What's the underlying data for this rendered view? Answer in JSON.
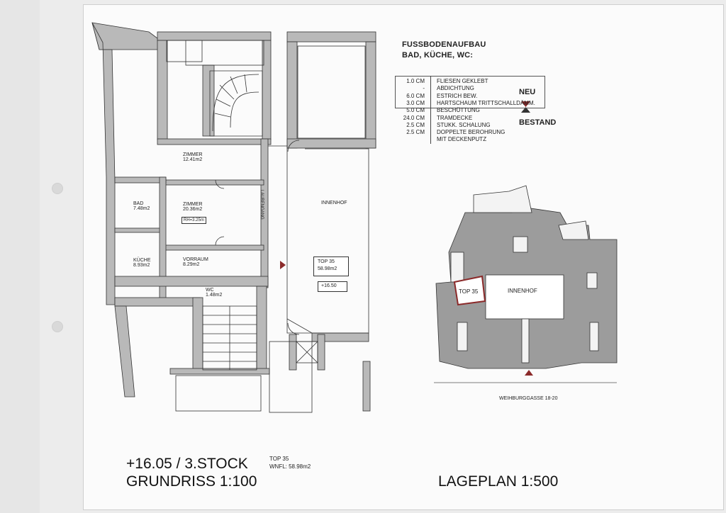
{
  "floor_plan": {
    "rooms": {
      "zimmer1": {
        "name": "ZIMMER",
        "area": "12.41m2"
      },
      "zimmer2": {
        "name": "ZIMMER",
        "area": "20.36m2",
        "height": "RH=3.25m"
      },
      "bad": {
        "name": "BAD",
        "area": "7.48m2"
      },
      "kueche": {
        "name": "KÜCHE",
        "area": "8.93m2"
      },
      "vorraum": {
        "name": "VORRAUM",
        "area": "8.29m2"
      },
      "wc": {
        "name": "WC",
        "area": "1.48m2"
      }
    },
    "innenhof": "INNENHOF",
    "laubengang": "LAUBENGANG",
    "unit_box": {
      "top": "TOP 35",
      "area": "58.98m2"
    },
    "level": "+16.50"
  },
  "floor_build": {
    "title_line1": "FUSSBODENAUFBAU",
    "title_line2": "BAD, KÜCHE, WC:",
    "rows": [
      {
        "cm": "1.0 CM",
        "desc": "FLIESEN GEKLEBT"
      },
      {
        "cm": "-",
        "desc": "ABDICHTUNG"
      },
      {
        "cm": "6.0 CM",
        "desc": "ESTRICH BEW."
      },
      {
        "cm": "3.0 CM",
        "desc": "HARTSCHAUM TRITTSCHALLDÄMM."
      },
      {
        "cm": "5.0 CM",
        "desc": "BESCHÜTTUNG"
      },
      {
        "cm": "24.0 CM",
        "desc": "TRAMDECKE"
      },
      {
        "cm": "2.5 CM",
        "desc": "STUKK. SCHALUNG"
      },
      {
        "cm": "2.5 CM",
        "desc": "DOPPELTE BEROHRUNG"
      },
      {
        "cm": "",
        "desc": "MIT DECKENPUTZ"
      }
    ],
    "neu": "NEU",
    "bestand": "BESTAND"
  },
  "site_plan": {
    "top_label": "TOP 35",
    "innenhof": "INNENHOF",
    "street": "WEIHBURGGASSE 18-20"
  },
  "titles": {
    "level_line": "+16.05 / 3.STOCK",
    "grundriss": "GRUNDRISS 1:100",
    "top": "TOP 35",
    "wnfl": "WNFL: 58.98m2",
    "lageplan": "LAGEPLAN 1:500"
  },
  "colors": {
    "wall_fill": "#b9b9b9",
    "line": "#333333",
    "highlight": "#8b2a2a"
  }
}
